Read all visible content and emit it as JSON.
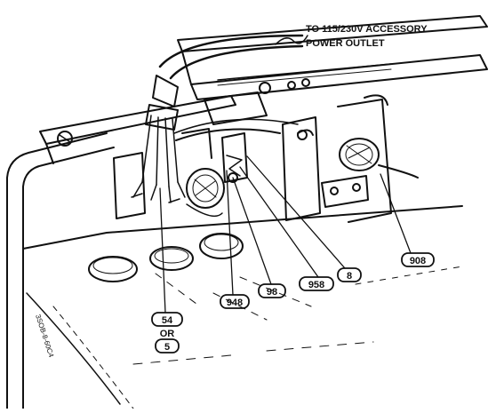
{
  "drawing": {
    "note_line1": "TO 115/230V ACCESSORY",
    "note_line2": "POWER OUTLET",
    "side_code": "3SOB-8-60C4",
    "callouts": {
      "c54": "54",
      "or": "OR",
      "c5": "5",
      "c948": "948",
      "c98": "98",
      "c958": "958",
      "c8": "8",
      "c908": "908"
    }
  }
}
